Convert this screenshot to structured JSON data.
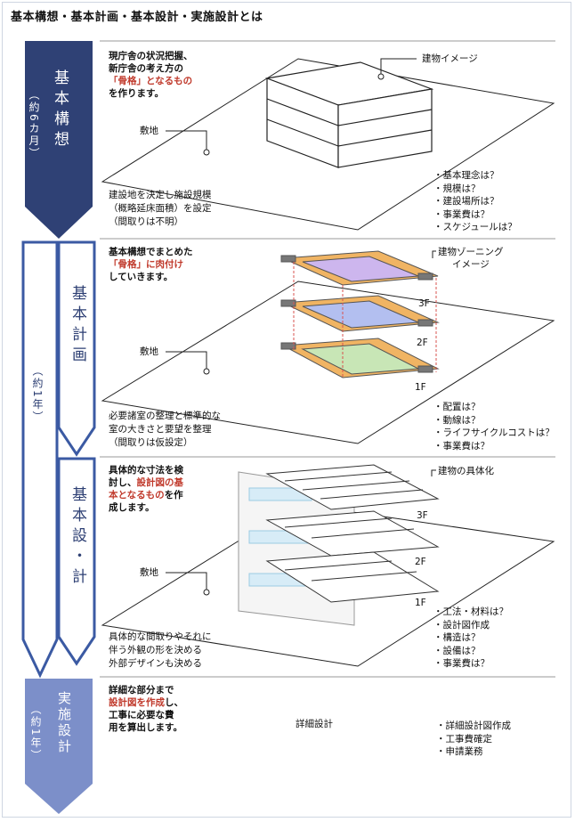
{
  "page_title": "基本構想・基本計画・基本設計・実施設計とは",
  "phases": {
    "kihon_koso": {
      "label": "基本構想",
      "period": "（約6カ月）",
      "desc_lines": [
        "現庁舎の状況把握、",
        "新庁舎の考え方の"
      ],
      "desc_highlight": "「骨格」となるもの",
      "desc_end": "を作ります。",
      "site_label": "敷地",
      "building_label": "建物イメージ",
      "note_lines": [
        "建設地を決定し施設規模",
        "（概略延床面積）を設定",
        "（間取りは不明）"
      ],
      "checklist": [
        "・基本理念は？",
        "・規模は？",
        "・建設場所は？",
        "・事業費は？",
        "・スケジュールは？"
      ]
    },
    "kihon_keikaku": {
      "label": "基本計画",
      "desc_line1": "基本構想でまとめた",
      "desc_highlight": "「骨格」に肉付け",
      "desc_end": "していきます。",
      "site_label": "敷地",
      "zoning_label_1": "建物ゾーニング",
      "zoning_label_2": "イメージ",
      "floors": [
        "3F",
        "2F",
        "1F"
      ],
      "note_lines": [
        "必要諸室の整理と標準的な",
        "室の大きさと要望を整理",
        "（間取りは仮設定）"
      ],
      "checklist": [
        "・配置は？",
        "・動線は？",
        "・ライフサイクルコストは？",
        "・事業費は？"
      ]
    },
    "kihon_sekkei": {
      "label": "基本設・計",
      "desc_line1": "具体的な寸法を検",
      "desc_line2_plain": "討し、",
      "desc_line2_red": "設計図の基",
      "desc_line3_red": "本となるもの",
      "desc_line3_plain": "を作",
      "desc_line4": "成します。",
      "site_label": "敷地",
      "detail_label": "建物の具体化",
      "floors": [
        "3F",
        "2F",
        "1F"
      ],
      "note_lines": [
        "具体的な間取りやそれに",
        "伴う外観の形を決める",
        "外部デザインも決める"
      ],
      "checklist": [
        "・工法・材料は？",
        "・設計図作成",
        "・構造は？",
        "・設備は？",
        "・事業費は？"
      ]
    },
    "jisshi_sekkei": {
      "label": "実施設計",
      "period": "（約1年）",
      "desc_line1": "詳細な部分まで",
      "desc_red": "設計図を作成",
      "desc_red_suffix": "し、",
      "desc_line3": "工事に必要な費",
      "desc_line4": "用を算出します。",
      "center_label": "詳細設計",
      "checklist": [
        "・詳細設計図作成",
        "・工事費確定",
        "・申請業務"
      ]
    }
  },
  "combined_period": "（約1年）",
  "colors": {
    "dark_arrow": "#2f4175",
    "outline_arrow": "#3b5aa3",
    "light_arrow": "#7c8fc9",
    "highlight_red": "#c0392b",
    "zoning_orange": "#f0b463",
    "zoning_purple": "#cdb6ee",
    "zoning_blue": "#b3bff0",
    "zoning_green": "#c8e6b6"
  }
}
